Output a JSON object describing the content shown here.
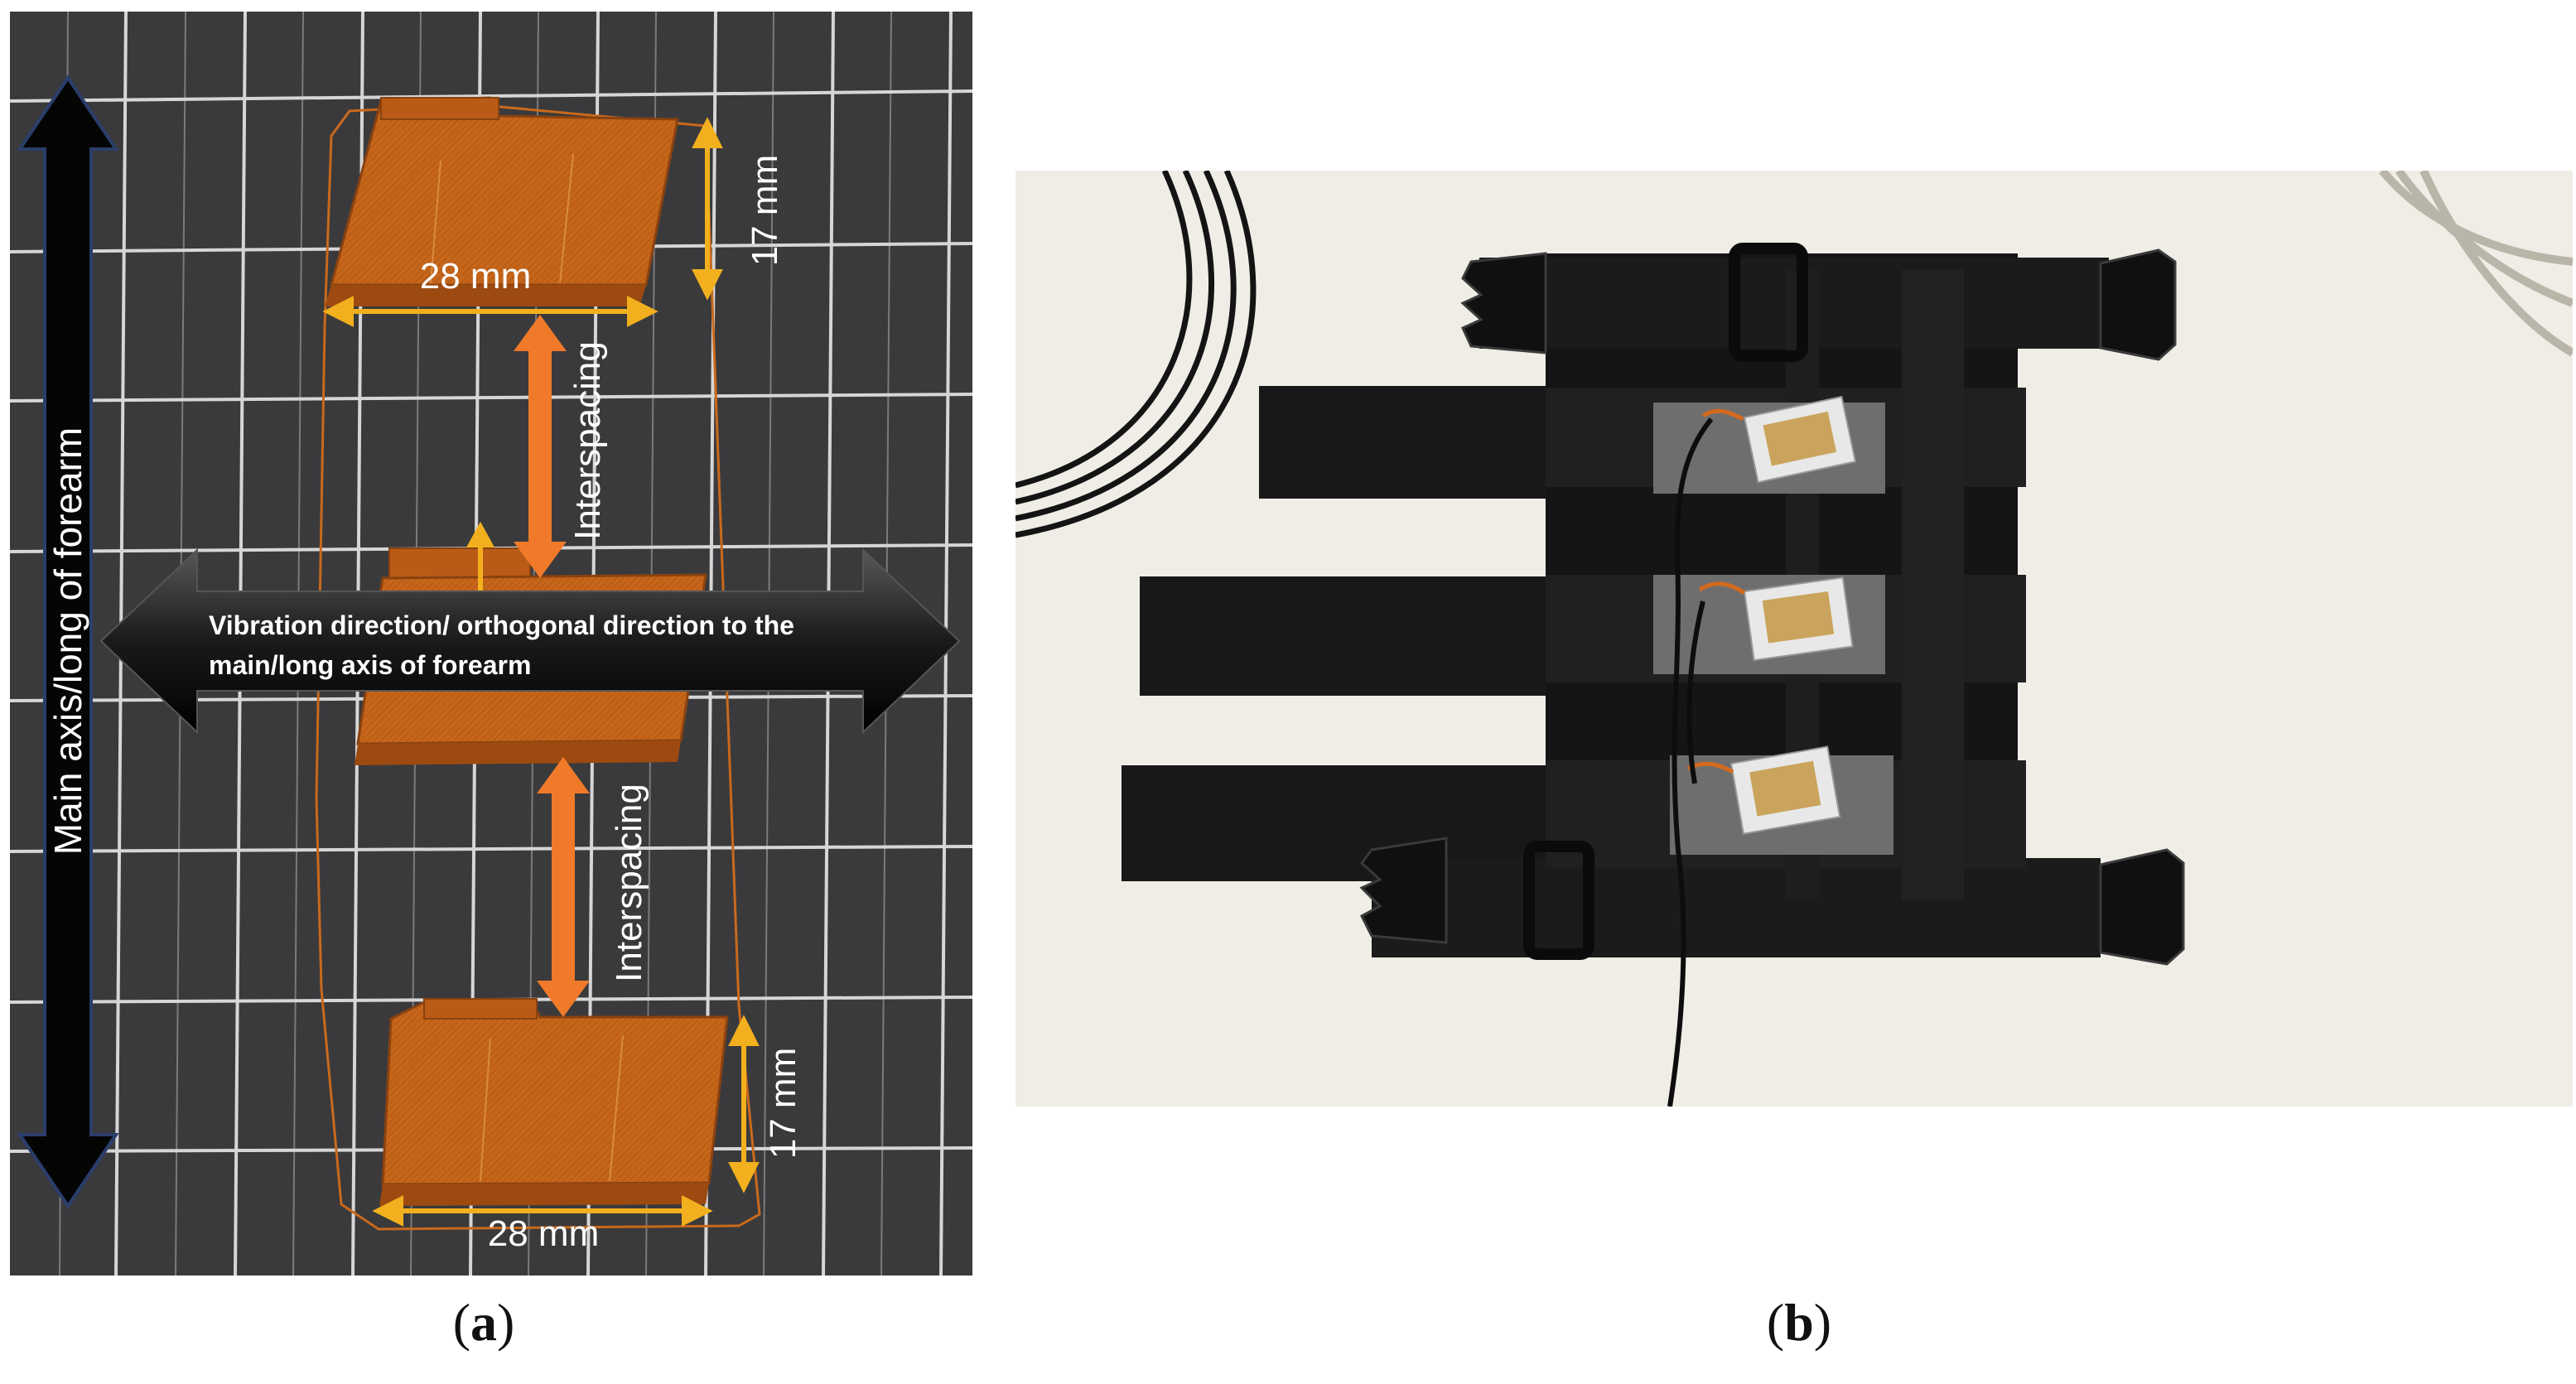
{
  "panel_a": {
    "main_axis_label": "Main axis/long of forearm",
    "vibration_line1": "Vibration direction/ orthogonal direction to the",
    "vibration_line2": "main/long axis of forearm",
    "width_top": "28 mm",
    "height_top": "17 mm",
    "interspacing_top": "Interspacing",
    "interspacing_bottom": "Interspacing",
    "height_bottom": "17 mm",
    "width_bottom": "28 mm",
    "caption_open": "(",
    "caption_letter": "a",
    "caption_close": ")"
  },
  "panel_b": {
    "caption_open": "(",
    "caption_letter": "b",
    "caption_close": ")"
  },
  "colors": {
    "grid_bg": "#3c3c3e",
    "grid_line": "#d8d8d8",
    "part_orange": "#c8661a",
    "dim_yellow": "#f2b01e",
    "arrow_orange": "#f07a2a",
    "photo_bg": "#f1efe9",
    "strap": "#161616"
  }
}
